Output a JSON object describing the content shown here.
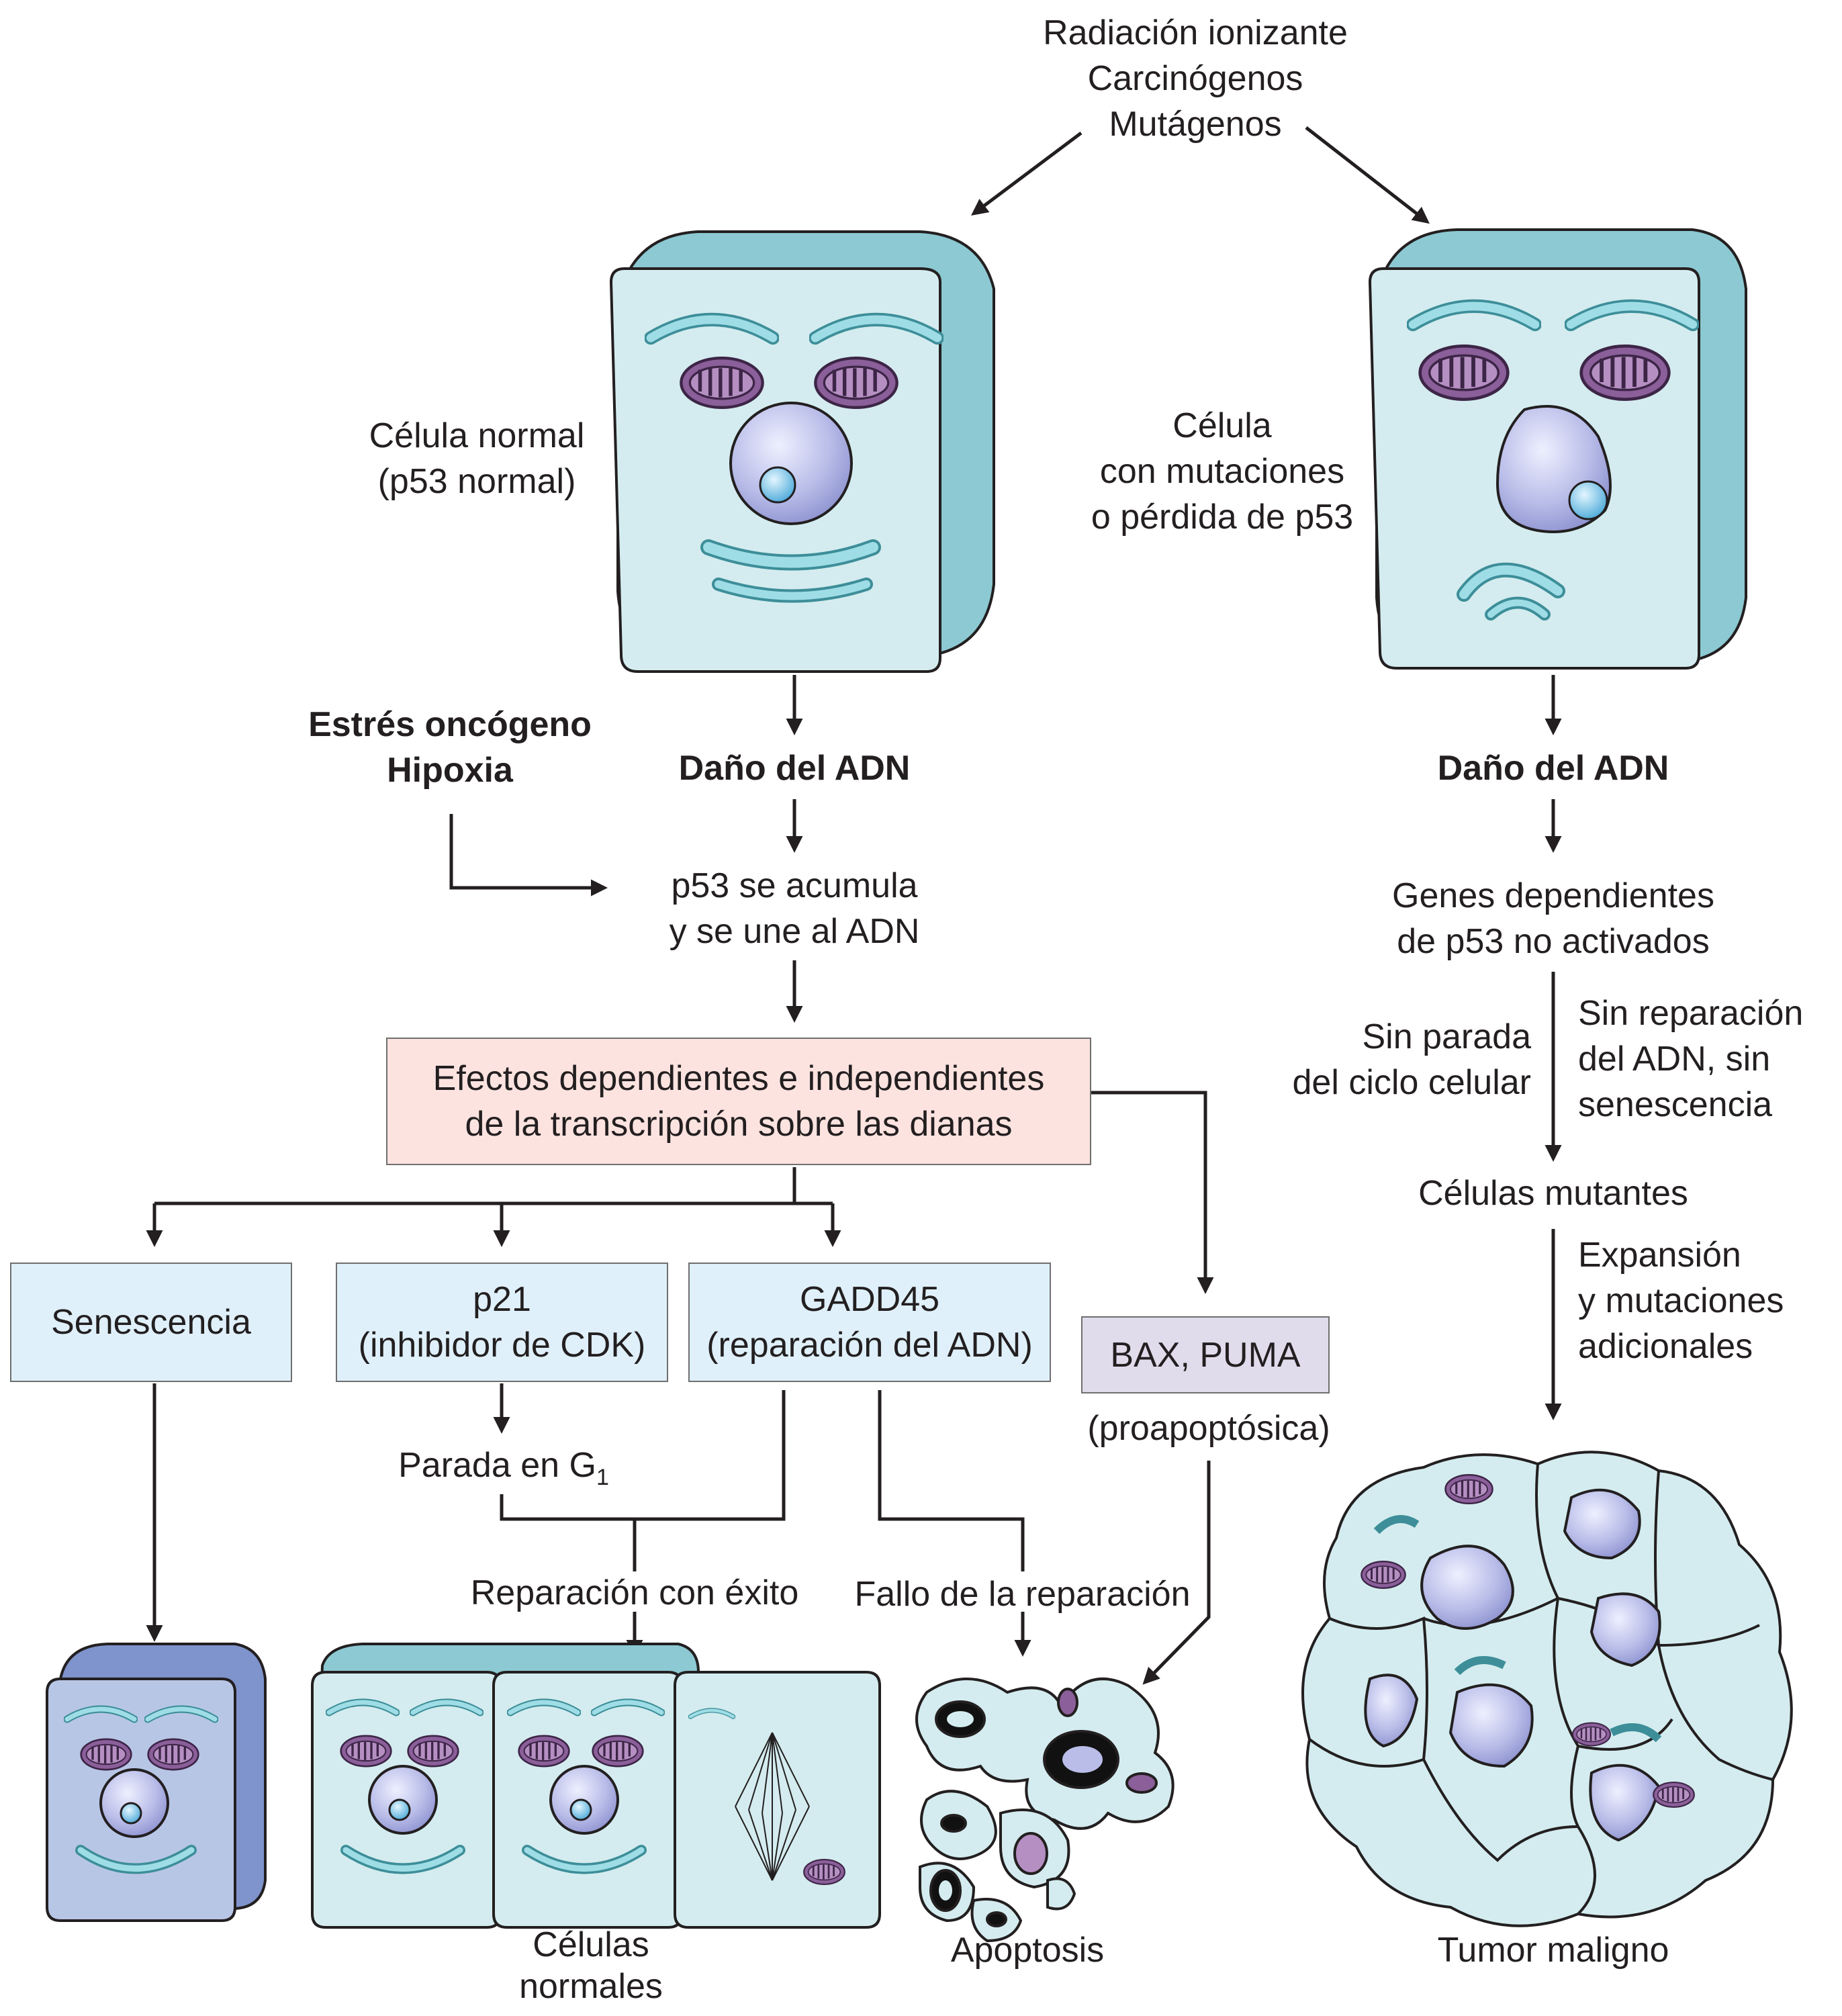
{
  "causes": [
    "Radiación ionizante",
    "Carcinógenos",
    "Mutágenos"
  ],
  "normal_cell": {
    "label_line1": "Célula normal",
    "label_line2": "(p53 normal)"
  },
  "mutant_cell": {
    "label_line1": "Célula",
    "label_line2": "con mutaciones",
    "label_line3": "o pérdida de p53"
  },
  "left_path": {
    "dna_damage": "Daño del ADN",
    "stress_line1": "Estrés oncógeno",
    "stress_line2": "Hipoxia",
    "p53_line1": "p53 se acumula",
    "p53_line2": "y se une al ADN",
    "effects_line1": "Efectos dependientes e independientes",
    "effects_line2": "de la transcripción sobre las dianas",
    "senescence": "Senescencia",
    "p21_line1": "p21",
    "p21_line2": "(inhibidor de CDK)",
    "gadd45_line1": "GADD45",
    "gadd45_line2": "(reparación del ADN)",
    "bax_puma": "BAX, PUMA",
    "proapoptotic": "(proapoptósica)",
    "arrest_text": "Parada en G",
    "arrest_sub": "1",
    "repair_success": "Reparación con éxito",
    "repair_failure": "Fallo de la reparación",
    "normal_cells_line1": "Células",
    "normal_cells_line2": "normales",
    "apoptosis": "Apoptosis"
  },
  "right_path": {
    "dna_damage": "Daño del ADN",
    "genes_line1": "Genes dependientes",
    "genes_line2": "de p53 no activados",
    "no_arrest_line1": "Sin parada",
    "no_arrest_line2": "del ciclo celular",
    "no_repair_line1": "Sin reparación",
    "no_repair_line2": "del ADN, sin",
    "no_repair_line3": "senescencia",
    "mutant_cells": "Células mutantes",
    "expansion_line1": "Expansión",
    "expansion_line2": "y mutaciones",
    "expansion_line3": "adicionales",
    "tumor": "Tumor maligno"
  },
  "colors": {
    "cell_body": "#d4ecef",
    "cell_edge": "#8cc9d2",
    "cell_edge_dark": "#5fb0bd",
    "nucleus": "#b9bde8",
    "mitochondria": "#8b5f9a",
    "senescent_cell": "#b8c6e6",
    "box_blue": "#dff0fa",
    "box_pink": "#fde3e0",
    "box_lavender": "#e1dcec",
    "arrow": "#231f20"
  }
}
